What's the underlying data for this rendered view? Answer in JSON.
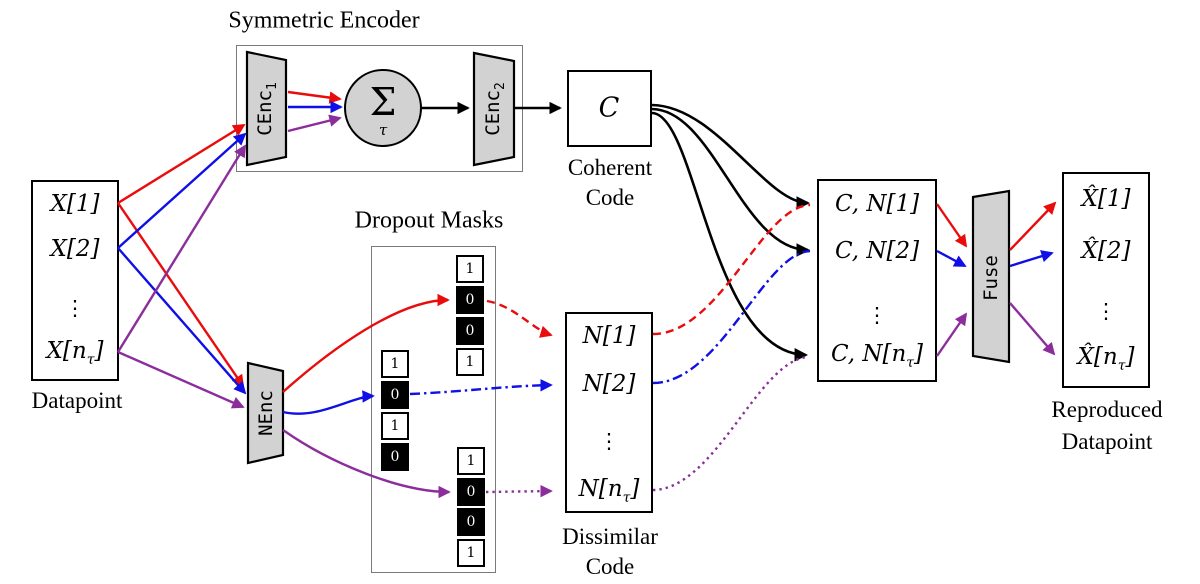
{
  "colors": {
    "red": "#ea0c0c",
    "blue": "#0f0fe6",
    "purple": "#8b2e9c",
    "black": "#000000",
    "block_fill": "#d2d2d2",
    "container_border": "#7a7a7a"
  },
  "titles": {
    "symmetric_encoder": "Symmetric Encoder",
    "dropout_masks": "Dropout Masks"
  },
  "datapoint": {
    "rows": [
      {
        "pre": "X[1]"
      },
      {
        "pre": "X[2]"
      },
      {
        "dots": "⋮"
      },
      {
        "pre": "X[n",
        "sub": "τ",
        "post": "]"
      }
    ],
    "caption": "Datapoint"
  },
  "symmetric_encoder": {
    "cenc1": {
      "base": "CEnc",
      "sub": "1"
    },
    "sum": {
      "sigma": "Σ",
      "tau": "τ"
    },
    "cenc2": {
      "base": "CEnc",
      "sub": "2"
    }
  },
  "nenc": {
    "base": "NEnc"
  },
  "dropout_masks": {
    "column_a": [
      "1",
      "0",
      "0",
      "1"
    ],
    "column_b": [
      "1",
      "0",
      "1",
      "0"
    ],
    "column_c": [
      "1",
      "0",
      "0",
      "1"
    ]
  },
  "coherent_code": {
    "symbol": "C",
    "caption_line1": "Coherent",
    "caption_line2": "Code"
  },
  "dissimilar_code": {
    "rows": [
      {
        "pre": "N[1]"
      },
      {
        "pre": "N[2]"
      },
      {
        "dots": "⋮"
      },
      {
        "pre": "N[n",
        "sub": "τ",
        "post": "]"
      }
    ],
    "caption_line1": "Dissimilar",
    "caption_line2": "Code"
  },
  "combined_codes": {
    "rows": [
      {
        "pre": "C, N[1]"
      },
      {
        "pre": "C, N[2]"
      },
      {
        "dots": "⋮"
      },
      {
        "pre": "C, N[n",
        "sub": "τ",
        "post": "]"
      }
    ]
  },
  "fuse": {
    "label": "Fuse"
  },
  "reproduced": {
    "rows": [
      {
        "pre": "X̂[1]"
      },
      {
        "pre": "X̂[2]"
      },
      {
        "dots": "⋮"
      },
      {
        "pre": "X̂[n",
        "sub": "τ",
        "post": "]"
      }
    ],
    "caption_line1": "Reproduced",
    "caption_line2": "Datapoint"
  }
}
